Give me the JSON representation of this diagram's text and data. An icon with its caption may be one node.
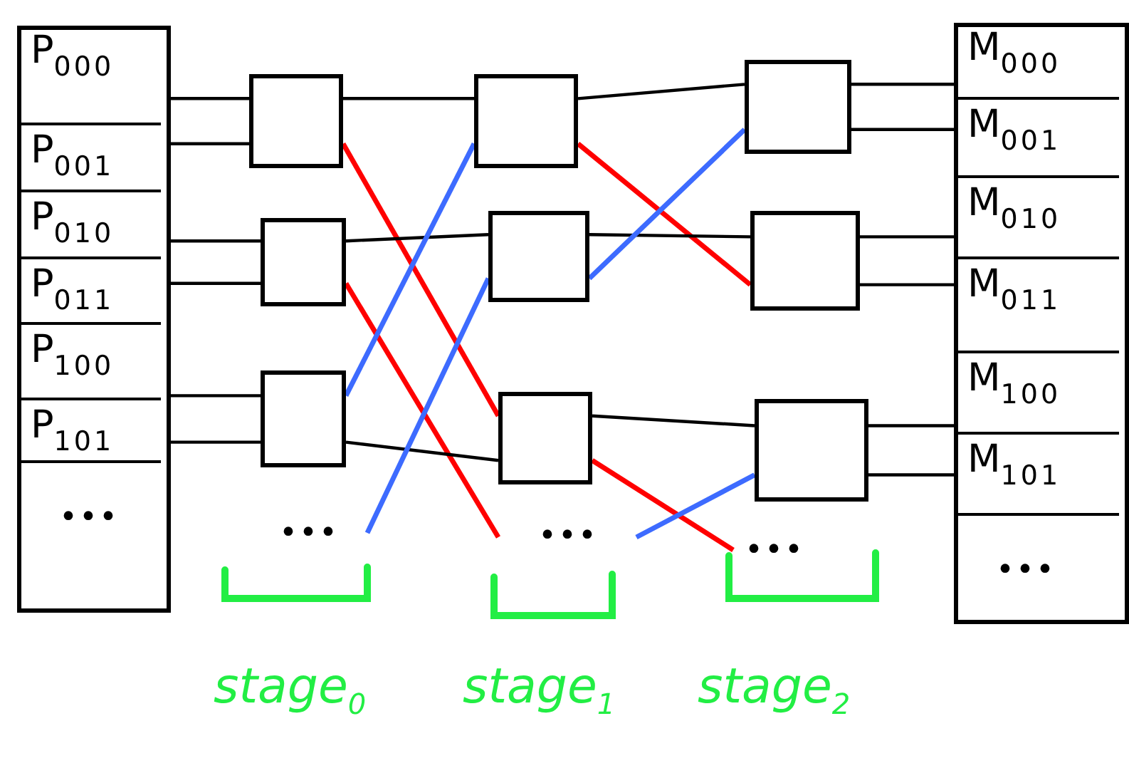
{
  "diagram": {
    "nodes": [
      {
        "text": [],
        "shape": "box"
      },
      {
        "text": [
          "P$_{000}$"
        ],
        "in": 0
      },
      {
        "text": [
          "P$_{001}$"
        ],
        "in": 0
      },
      {
        "text": [
          "P$_{010}$"
        ],
        "in": 0
      },
      {
        "text": [
          "P$_{011}$"
        ],
        "in": 0
      },
      {
        "text": [
          "P$_{100}$"
        ],
        "in": 0
      },
      {
        "text": [
          "P$_{101}$"
        ],
        "in": 0
      },
      {
        "text": [
          "•••"
        ],
        "in": 0
      },
      {
        "text": [],
        "shape": "box"
      },
      {
        "text": [
          "M$_{000}$"
        ],
        "in": 8
      },
      {
        "text": [
          "M$_{001}$"
        ],
        "in": 8
      },
      {
        "text": [
          "M$_{010}$"
        ],
        "in": 8
      },
      {
        "text": [
          "M$_{011}$"
        ],
        "in": 8
      },
      {
        "text": [
          "M$_{100}$"
        ],
        "in": 8
      },
      {
        "text": [
          "M$_{101}$"
        ],
        "in": 8
      },
      {
        "text": [
          "•••"
        ],
        "in": 8
      },
      {
        "text": [],
        "shape": "box"
      },
      {
        "text": [],
        "shape": "box"
      },
      {
        "text": [],
        "shape": "box"
      },
      {
        "text": [],
        "shape": "box"
      },
      {
        "text": [],
        "shape": "box"
      },
      {
        "text": [],
        "shape": "box"
      },
      {
        "text": [],
        "shape": "box"
      },
      {
        "text": [],
        "shape": "box"
      },
      {
        "text": [],
        "shape": "box"
      },
      {
        "text": [
          "•••"
        ]
      },
      {
        "text": [
          "•••"
        ]
      },
      {
        "text": [
          "•••"
        ]
      }
    ],
    "edges": [
      {
        "from": 1,
        "to": 16,
        "arrow": "none"
      },
      {
        "from": 2,
        "to": 16,
        "arrow": "none"
      },
      {
        "from": 3,
        "to": 17,
        "arrow": "none"
      },
      {
        "from": 4,
        "to": 17,
        "arrow": "none"
      },
      {
        "from": 5,
        "to": 18,
        "arrow": "none"
      },
      {
        "from": 6,
        "to": 18,
        "arrow": "none"
      },
      {
        "from": 16,
        "to": 19,
        "arrow": "none"
      },
      {
        "from": 16,
        "to": 21,
        "arrow": "none",
        "color": "#ff0000"
      },
      {
        "from": 17,
        "to": 20,
        "arrow": "none"
      },
      {
        "from": 17,
        "to": 26,
        "arrow": "none",
        "color": "#ff0000"
      },
      {
        "from": 18,
        "to": 19,
        "arrow": "none",
        "color": "#3d6bff"
      },
      {
        "from": 18,
        "to": 21,
        "arrow": "none"
      },
      {
        "from": 25,
        "to": 20,
        "arrow": "none",
        "color": "#3d6bff"
      },
      {
        "from": 19,
        "to": 22,
        "arrow": "none"
      },
      {
        "from": 19,
        "to": 23,
        "arrow": "none",
        "color": "#ff0000"
      },
      {
        "from": 20,
        "to": 23,
        "arrow": "none"
      },
      {
        "from": 20,
        "to": 22,
        "arrow": "none",
        "color": "#3d6bff"
      },
      {
        "from": 21,
        "to": 24,
        "arrow": "none"
      },
      {
        "from": 21,
        "to": 27,
        "arrow": "none",
        "color": "#ff0000"
      },
      {
        "from": 26,
        "to": 24,
        "arrow": "none",
        "color": "#3d6bff"
      },
      {
        "from": 22,
        "to": 9,
        "arrow": "none"
      },
      {
        "from": 22,
        "to": 10,
        "arrow": "none"
      },
      {
        "from": 23,
        "to": 11,
        "arrow": "none"
      },
      {
        "from": 23,
        "to": 12,
        "arrow": "none"
      },
      {
        "from": 24,
        "to": 13,
        "arrow": "none"
      },
      {
        "from": 24,
        "to": 14,
        "arrow": "none"
      }
    ],
    "labels": [
      "stage$_{0}$",
      "stage$_{1}$",
      "stage$_{2}$"
    ]
  }
}
